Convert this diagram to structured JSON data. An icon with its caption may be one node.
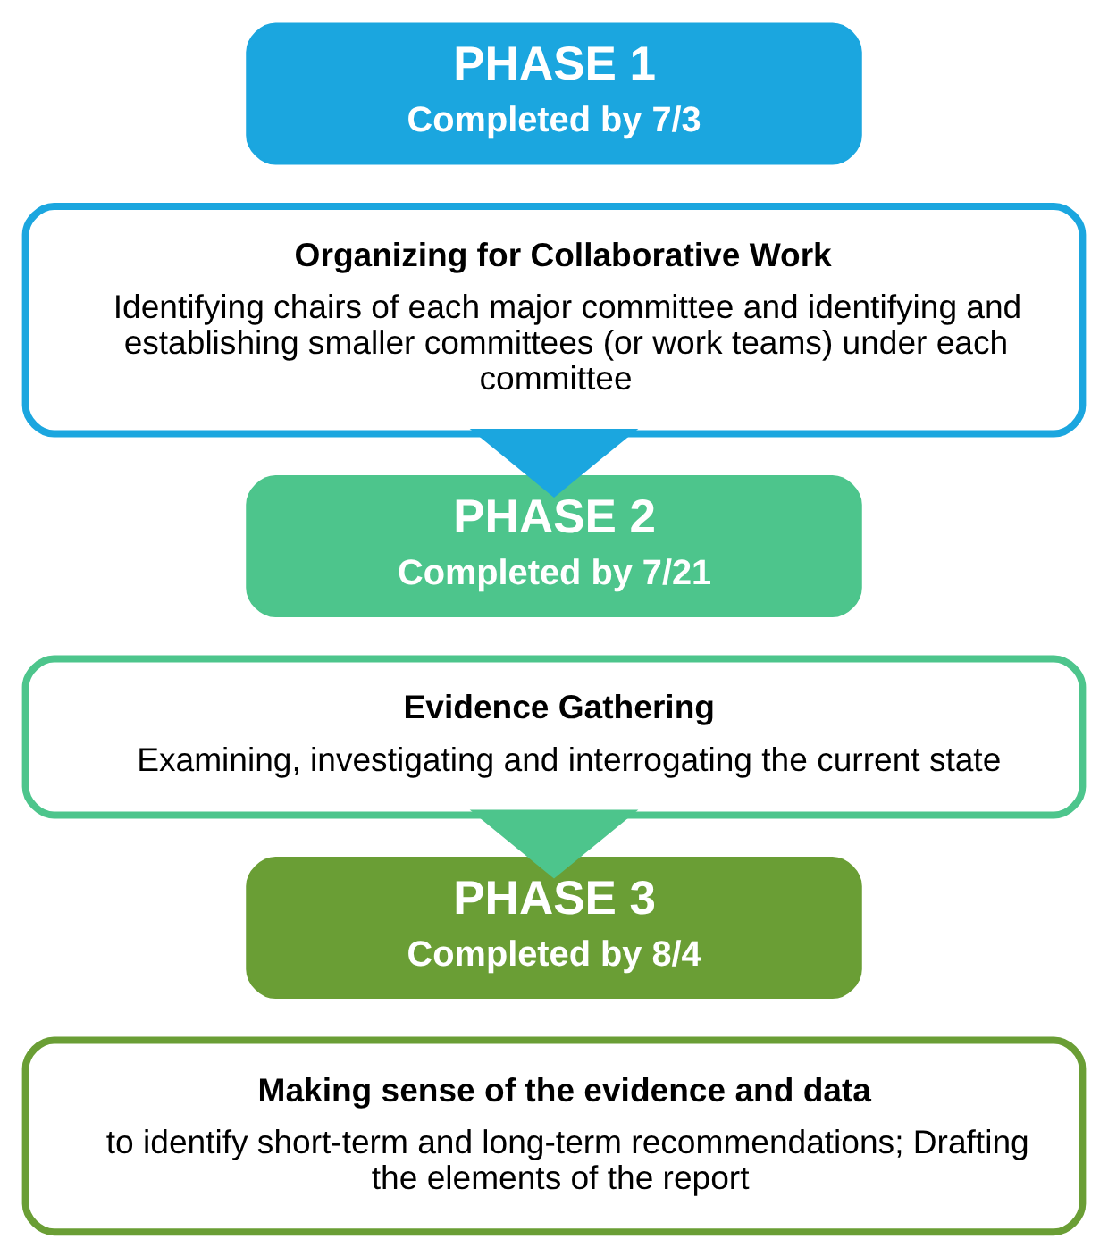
{
  "diagram": {
    "nodes": [
      {
        "text": [
          "PHASE 1",
          "Completed by 7/3"
        ]
      },
      {
        "text": [
          "Organizing for Collaborative Work",
          "Identifying chairs of each major committee and identifying and establishing smaller committees (or work teams) under each committee"
        ]
      },
      {
        "text": [
          "PHASE 2",
          "Completed by 7/21"
        ]
      },
      {
        "text": [
          "Evidence Gathering",
          "Examining, investigating and interrogating the current state"
        ]
      },
      {
        "text": [
          "PHASE 3",
          "Completed by 8/4"
        ]
      },
      {
        "text": [
          "Making sense of the evidence and data",
          "to identify short-term and long-term recommendations; Drafting the elements of the report"
        ]
      }
    ],
    "edges": [
      {
        "from": 1,
        "to": 2,
        "arrow": "to",
        "style": "thick",
        "color": "#1ba6df"
      },
      {
        "from": 3,
        "to": 4,
        "arrow": "to",
        "style": "thick",
        "color": "#4dc58c"
      }
    ]
  }
}
